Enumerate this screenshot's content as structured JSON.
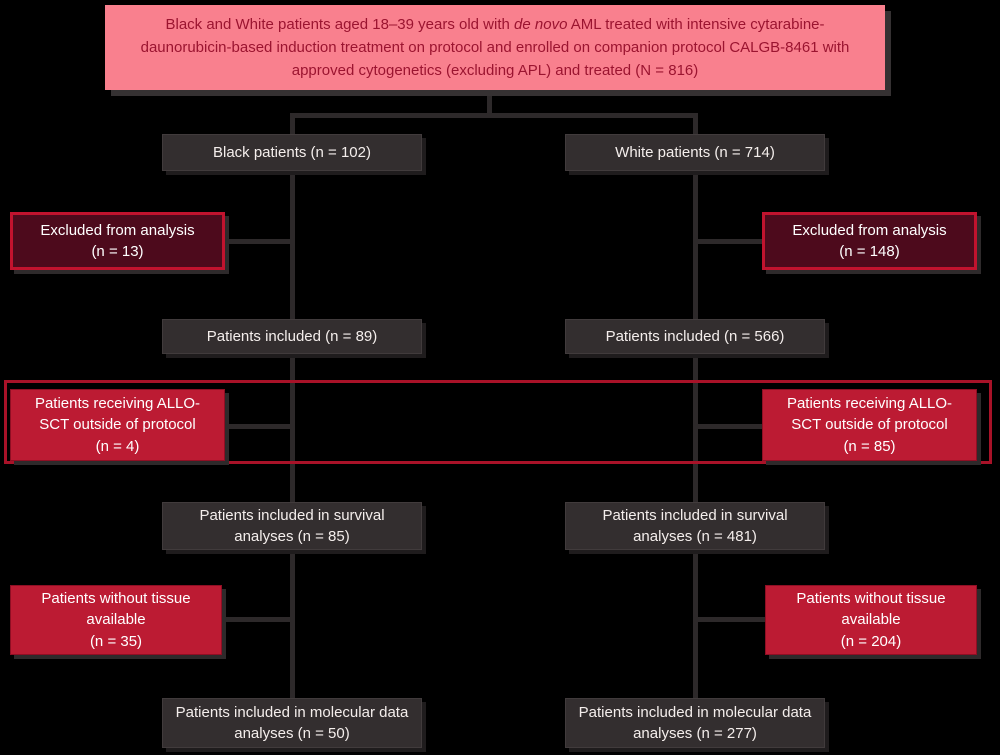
{
  "title_box": {
    "text_before_italic": "Black and White patients aged 18–39 years old with ",
    "italic_text": "de novo",
    "text_after_italic": " AML treated with intensive cytarabine-daunorubicin-based induction treatment on protocol and enrolled on companion protocol CALGB-8461 with approved cytogenetics (excluding APL) and treated (N = 816)"
  },
  "columns": {
    "left": {
      "cohort": "Black patients (n = 102)",
      "excluded_label": "Excluded from analysis",
      "excluded_n": "(n = 13)",
      "included": "Patients included (n = 89)",
      "allo_label": "Patients receiving ALLO-SCT outside of protocol",
      "allo_n": "(n = 4)",
      "survival": "Patients included in survival analyses (n = 85)",
      "tissue_label": "Patients without tissue available",
      "tissue_n": "(n = 35)",
      "molecular": "Patients included in molecular data analyses (n = 50)"
    },
    "right": {
      "cohort": "White patients (n = 714)",
      "excluded_label": "Excluded from analysis",
      "excluded_n": "(n = 148)",
      "included": "Patients included (n = 566)",
      "allo_label": "Patients receiving ALLO-SCT outside of protocol",
      "allo_n": "(n = 85)",
      "survival": "Patients included in survival analyses (n = 481)",
      "tissue_label": "Patients without tissue available",
      "tissue_n": "(n = 204)",
      "molecular": "Patients included in molecular data analyses (n = 277)"
    }
  },
  "colors": {
    "background": "#000000",
    "node_dark_bg": "#332e2f",
    "node_text": "#f4eeec",
    "title_bg": "#f9808e",
    "title_text": "#9b1430",
    "excluded_bg": "#4d0a1c",
    "excluded_border": "#c1132e",
    "red_box_bg": "#bc1b33",
    "outline_red": "#a81228",
    "connector_line": "#2d292a"
  }
}
